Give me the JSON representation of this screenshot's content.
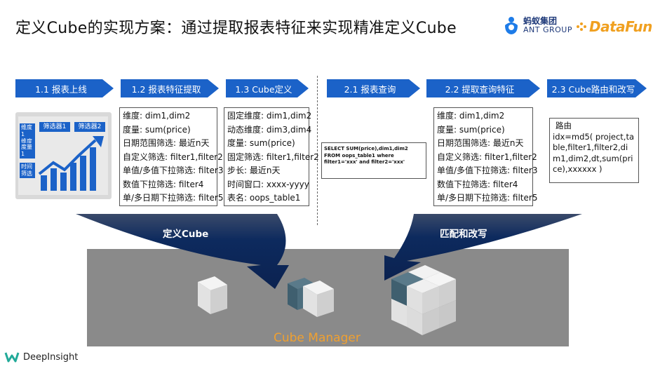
{
  "title": "定义Cube的实现方案：通过提取报表特征来实现精准定义Cube",
  "logos": {
    "ant_cn": "蚂蚁集团",
    "ant_en": "ANT GROUP",
    "datafun": "DataFun."
  },
  "steps": [
    {
      "label": "1.1 报表上线"
    },
    {
      "label": "1.2 报表特征提取"
    },
    {
      "label": "1.3 Cube定义"
    },
    {
      "label": "2.1 报表查询"
    },
    {
      "label": "2.2 提取查询特征"
    },
    {
      "label": "2.3 Cube路由和改写"
    }
  ],
  "dashboard": {
    "dim_labels": [
      "维度1",
      "维度2"
    ],
    "measure_label": "度量1",
    "time_label": [
      "时间",
      "筛选"
    ],
    "filter1": "筛选器1",
    "filter2": "筛选器2"
  },
  "features_box": [
    "维度: dim1,dim2",
    "度量: sum(price)",
    "日期范围筛选: 最近n天",
    "自定义筛选: filter1,filter2",
    "单值/多值下拉筛选: filter3",
    "数值下拉筛选: filter4",
    "单/多日期下拉筛选: filter5"
  ],
  "cube_def_box": [
    "固定维度: dim1,dim2",
    "动态维度: dim3,dim4",
    "度量: sum(price)",
    "固定筛选: filter1,filter2",
    "步长: 最近n天",
    "时间窗口: xxxx-yyyy",
    "表名: oops_table1"
  ],
  "sql_text": "SELECT SUM(price),dim1,dim2 FROM oops_table1 where filter1='xxx' and filter2='xxx'",
  "query_features_box": [
    "维度: dim1,dim2",
    "度量: sum(price)",
    "日期范围筛选: 最近n天",
    "自定义筛选: filter1,filter2",
    "单值/多值下拉筛选: filter3",
    "数值下拉筛选: filter4",
    "单/多日期下拉筛选: filter5"
  ],
  "route_box": {
    "heading": "路由",
    "body": "idx=md5( project,table,filter1,filter2,dim1,dim2,dt,sum(price),xxxxxx )"
  },
  "funnel_left": "定义Cube",
  "funnel_right": "匹配和改写",
  "cube_manager": "Cube Manager",
  "footer_brand": "DeepInsight",
  "colors": {
    "arrow_blue": "#1b62c8",
    "funnel_dark": "#0d2a5e",
    "manager_gray": "#8a8a8a",
    "manager_text": "#f0a030",
    "cube_accent": "#3f5f6f"
  }
}
